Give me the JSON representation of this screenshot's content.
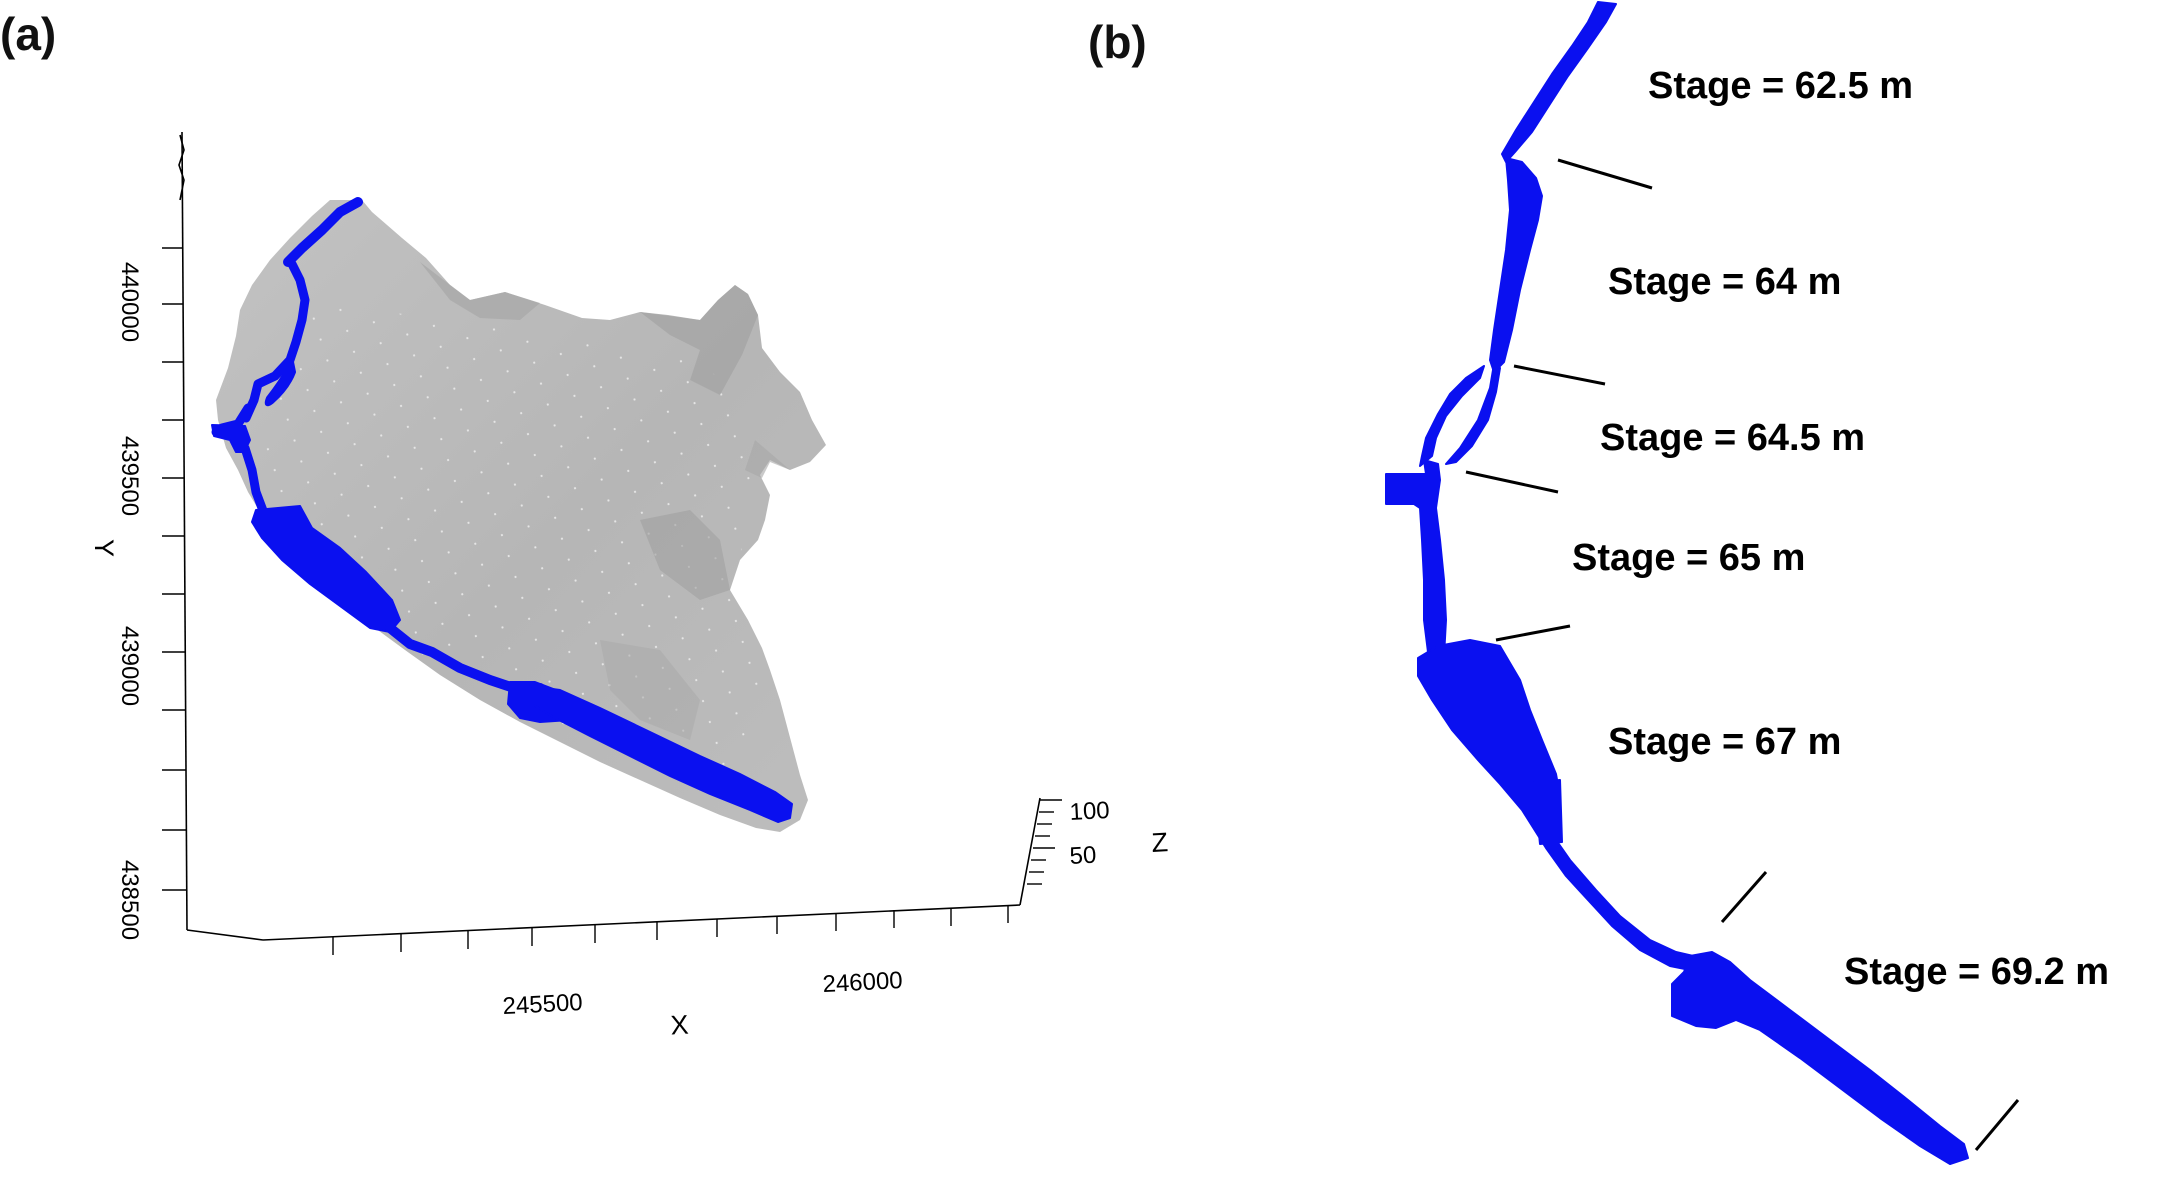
{
  "panels": {
    "a": {
      "label": "(a)"
    },
    "b": {
      "label": "(b)"
    }
  },
  "axes": {
    "x": {
      "title": "X",
      "ticks": [
        "245500",
        "246000"
      ]
    },
    "y": {
      "title": "Y",
      "ticks": [
        "440000",
        "439500",
        "439000",
        "438500"
      ]
    },
    "z": {
      "title": "Z",
      "ticks": [
        "100",
        "50"
      ]
    }
  },
  "stages": [
    {
      "label": "Stage = 62.5 m"
    },
    {
      "label": "Stage = 64 m"
    },
    {
      "label": "Stage = 64.5 m"
    },
    {
      "label": "Stage = 65 m"
    },
    {
      "label": "Stage = 67 m"
    },
    {
      "label": "Stage = 69.2 m"
    }
  ],
  "colors": {
    "river": "#0a10f0",
    "terrain": "#b8b8b8",
    "terrain_shade": "#a6a6a6",
    "axis": "#000000"
  }
}
